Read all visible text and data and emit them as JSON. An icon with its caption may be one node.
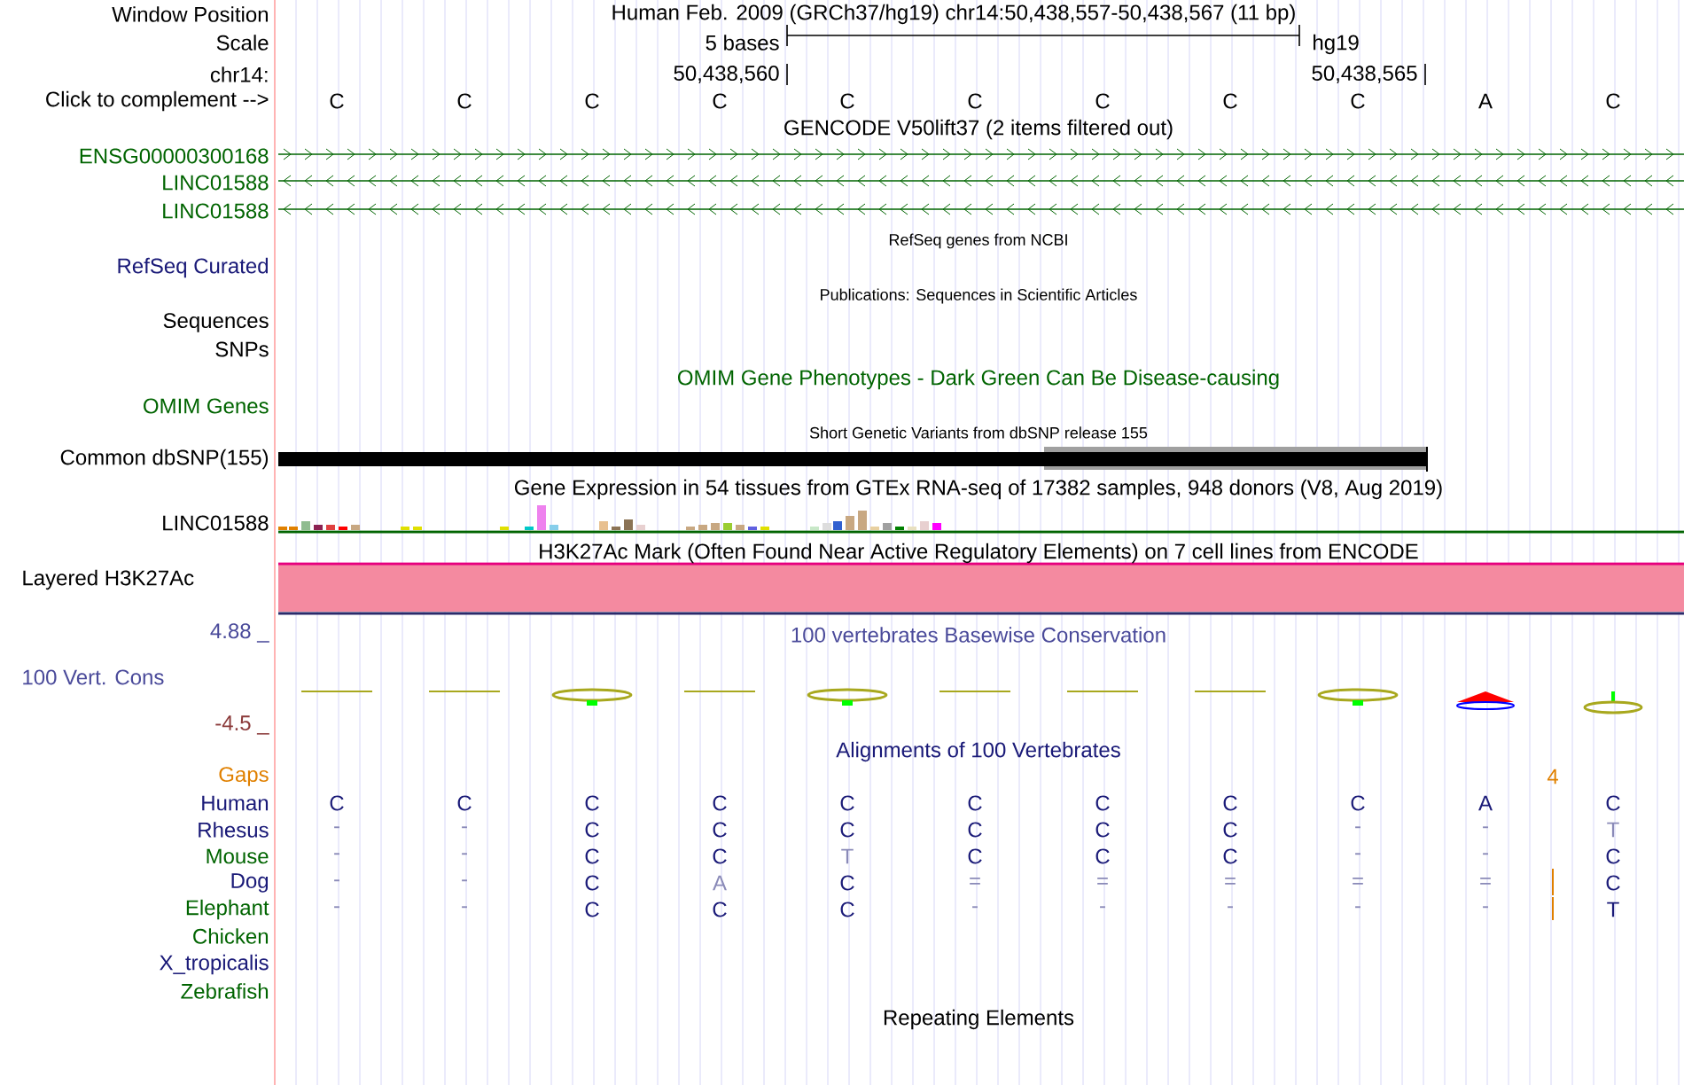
{
  "diagram": {
    "labels": [
      "Window Position",
      "Human Feb. 2009 (GRCh37/hg19)   chr14:50,438,557-50,438,567 (11 bp)",
      "Scale",
      "5 bases",
      "hg19",
      "chr14:",
      "50,438,560",
      "50,438,565",
      "Click to complement -->",
      "C",
      "C",
      "C",
      "C",
      "C",
      "C",
      "C",
      "C",
      "C",
      "A",
      "C",
      "GENCODE V50lift37 (2 items filtered out)",
      "ENSG00000300168",
      "LINC01588",
      "LINC01588",
      "RefSeq genes from NCBI",
      "RefSeq Curated",
      "Publications: Sequences in Scientific Articles",
      "Sequences",
      "SNPs",
      "OMIM Gene Phenotypes - Dark Green Can Be Disease-causing",
      "OMIM Genes",
      "Short Genetic Variants from dbSNP release 155",
      "Common dbSNP(155)",
      "Gene Expression in 54 tissues from GTEx RNA-seq of 17382 samples, 948 donors (V8, Aug 2019)",
      "LINC01588",
      "H3K27Ac Mark (Often Found Near Active Regulatory Elements) on 7 cell lines from ENCODE",
      "Layered H3K27Ac",
      "4.88 _",
      "100 vertebrates Basewise Conservation",
      "100 Vert. Cons",
      "-4.5 _",
      "Alignments of 100 Vertebrates",
      "Gaps",
      "4",
      "Human",
      "C",
      "C",
      "C",
      "C",
      "C",
      "C",
      "C",
      "C",
      "C",
      "A",
      "C",
      "Rhesus",
      "-",
      "-",
      "C",
      "C",
      "C",
      "C",
      "C",
      "C",
      "-",
      "-",
      "T",
      "Mouse",
      "-",
      "-",
      "C",
      "C",
      "T",
      "C",
      "C",
      "C",
      "-",
      "-",
      "C",
      "Dog",
      "-",
      "-",
      "C",
      "A",
      "C",
      "=",
      "=",
      "=",
      "=",
      "=",
      "C",
      "Elephant",
      "-",
      "-",
      "C",
      "C",
      "C",
      "-",
      "-",
      "-",
      "-",
      "-",
      "T",
      "Chicken",
      "X_tropicalis",
      "Zebrafish",
      "Repeating Elements"
    ]
  }
}
